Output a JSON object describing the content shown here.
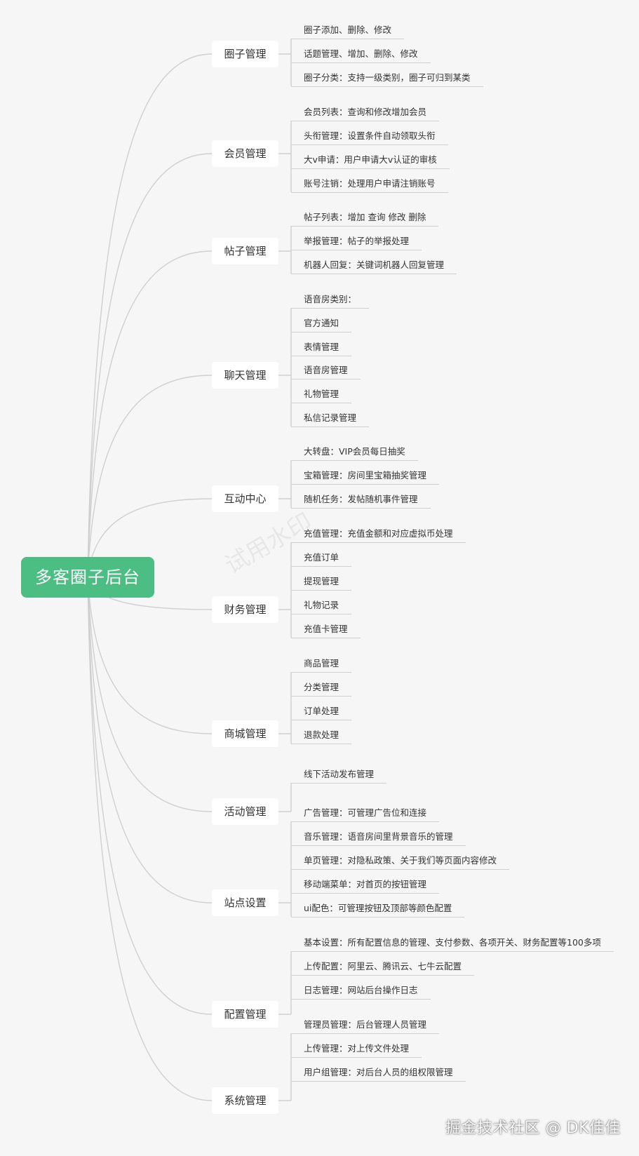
{
  "root": {
    "label": "多客圈子后台"
  },
  "branches": [
    {
      "label": "圈子管理",
      "items": [
        "圈子添加、删除、修改",
        "话题管理、增加、删除、修改",
        "圈子分类：支持一级类别，圈子可归到某类"
      ]
    },
    {
      "label": "会员管理",
      "items": [
        "会员列表：查询和修改增加会员",
        "头衔管理：设置条件自动领取头衔",
        "大v申请：用户申请大v认证的审核",
        "账号注销：处理用户申请注销账号"
      ]
    },
    {
      "label": "帖子管理",
      "items": [
        "帖子列表：增加 查询 修改 删除",
        "举报管理：帖子的举报处理",
        "机器人回复：关键词机器人回复管理"
      ]
    },
    {
      "label": "聊天管理",
      "items": [
        "语音房类别：",
        "官方通知",
        "表情管理",
        "语音房管理",
        "礼物管理",
        "私信记录管理"
      ]
    },
    {
      "label": "互动中心",
      "items": [
        "大转盘：VIP会员每日抽奖",
        "宝箱管理：房间里宝箱抽奖管理",
        "随机任务：发帖随机事件管理"
      ]
    },
    {
      "label": "财务管理",
      "items": [
        "充值管理：充值金额和对应虚拟币处理",
        "充值订单",
        "提现管理",
        "礼物记录",
        "充值卡管理"
      ]
    },
    {
      "label": "商城管理",
      "items": [
        "商品管理",
        "分类管理",
        "订单处理",
        "退款处理"
      ]
    },
    {
      "label": "活动管理",
      "items": [
        "线下活动发布管理"
      ]
    },
    {
      "label": "站点设置",
      "items": [
        "广告管理：可管理广告位和连接",
        "音乐管理：语音房间里背景音乐的管理",
        "单页管理：对隐私政策、关于我们等页面内容修改",
        "移动端菜单：对首页的按钮管理",
        "ui配色：可管理按钮及顶部等颜色配置"
      ]
    },
    {
      "label": "配置管理",
      "items": [
        "基本设置：所有配置信息的管理、支付参数、各项开关、财务配置等100多项",
        "上传配置：阿里云、腾讯云、七牛云配置",
        "日志管理：网站后台操作日志"
      ]
    },
    {
      "label": "系统管理",
      "items": [
        "管理员管理：后台管理人员管理",
        "上传管理：对上传文件处理",
        "用户组管理：对后台人员的组权限管理"
      ]
    }
  ],
  "watermark": "试用水印",
  "credit": "掘金技术社区 @ DK佳佳",
  "colors": {
    "root_bg": "#4cbd83",
    "line": "#cfcfcf",
    "background": "#f6f6f6"
  }
}
